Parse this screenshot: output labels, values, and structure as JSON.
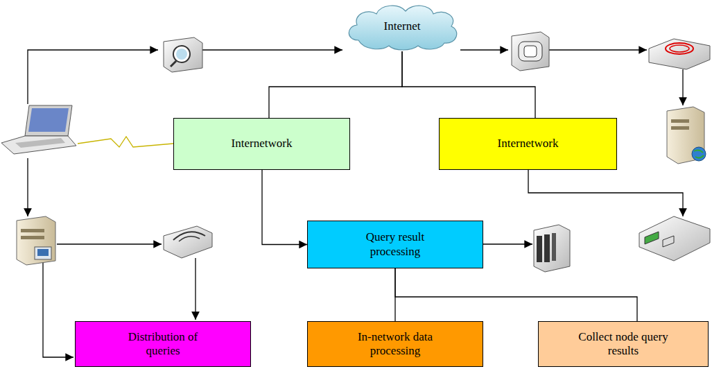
{
  "diagram": {
    "nodes": [
      {
        "text": [
          "Internet"
        ]
      },
      {
        "text": [
          "Internetwork"
        ]
      },
      {
        "text": [
          "Internetwork"
        ]
      },
      {
        "text": [
          "Query result processing"
        ]
      },
      {
        "text": [
          "Distribution of queries"
        ]
      },
      {
        "text": [
          "In-network data processing"
        ]
      },
      {
        "text": [
          "Collect node query results"
        ]
      }
    ],
    "edges": [
      {
        "from": 0,
        "to": 1,
        "arrow": "none"
      },
      {
        "from": 0,
        "to": 2,
        "arrow": "none"
      },
      {
        "from": 1,
        "to": 3,
        "arrow": "to"
      },
      {
        "from": 3,
        "to": 5,
        "arrow": "none"
      },
      {
        "from": 3,
        "to": 6,
        "arrow": "none"
      }
    ]
  }
}
